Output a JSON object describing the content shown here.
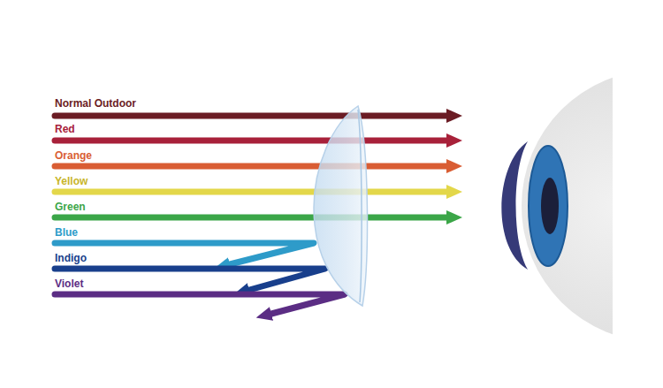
{
  "diagram": {
    "labels": [
      "Normal Outdoor",
      "Red",
      "Orange",
      "Yellow",
      "Green",
      "Blue",
      "Indigo",
      "Violet"
    ]
  }
}
